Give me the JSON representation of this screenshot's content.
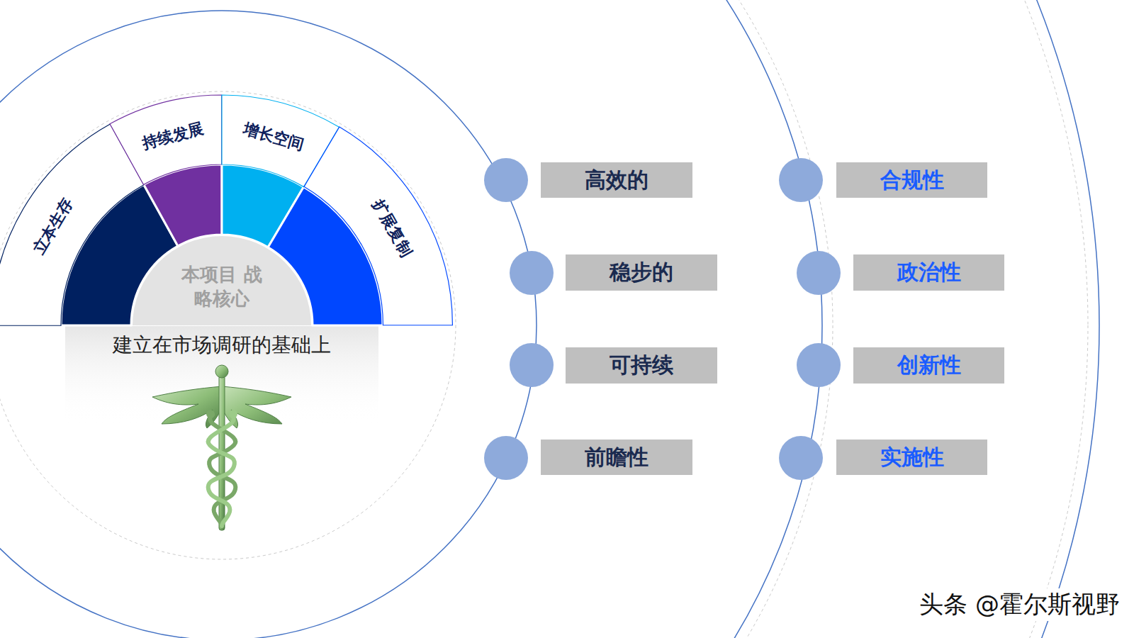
{
  "diagram": {
    "nodes": [
      {
        "text": [
          "立本生存"
        ]
      },
      {
        "text": [
          "持续发展"
        ]
      },
      {
        "text": [
          "增长空间"
        ]
      },
      {
        "text": [
          "扩展复制"
        ]
      },
      {
        "text": [
          "本项目 战略核心"
        ]
      },
      {
        "text": [
          "高效的"
        ]
      },
      {
        "text": [
          "合规性"
        ]
      },
      {
        "text": [
          "稳步的"
        ]
      },
      {
        "text": [
          "政治性"
        ]
      },
      {
        "text": [
          "可持续"
        ]
      },
      {
        "text": [
          "创新性"
        ]
      },
      {
        "text": [
          "前瞻性"
        ]
      },
      {
        "text": [
          "实施性"
        ]
      }
    ],
    "labels": [
      "建立在市场调研的基础上",
      "头条 @霍尔斯视野"
    ]
  }
}
